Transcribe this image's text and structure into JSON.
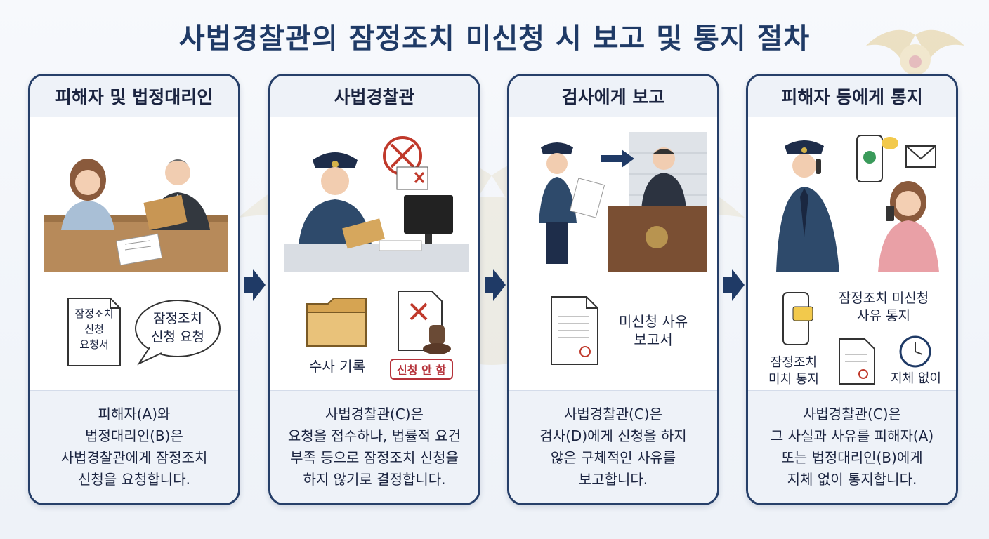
{
  "title": "사법경찰관의 잠정조치 미신청 시 보고 및 통지 절차",
  "steps": [
    {
      "heading": "피해자 및 법정대리인",
      "items": [
        "잠정조치\n신청\n요청서",
        "잠정조치\n신청 요청"
      ],
      "description": [
        "피해자(A)와",
        "법정대리인(B)은",
        "사법경찰관에게 잠정조치",
        "신청을 요청합니다."
      ]
    },
    {
      "heading": "사법경찰관",
      "items": [
        "수사 기록",
        "신청 안 함"
      ],
      "description": [
        "사법경찰관(C)은",
        "요청을 접수하나, 법률적 요건",
        "부족 등으로 잠정조치 신청을",
        "하지 않기로 결정합니다."
      ]
    },
    {
      "heading": "검사에게 보고",
      "items": [
        "미신청 사유\n보고서"
      ],
      "description": [
        "사법경찰관(C)은",
        "검사(D)에게 신청을 하지",
        "않은 구체적인 사유를",
        "보고합니다."
      ]
    },
    {
      "heading": "피해자 등에게 통지",
      "items": [
        "잠정조치 미신청\n사유 통지",
        "잠정조치\n미치 통지",
        "지체 없이"
      ],
      "description": [
        "사법경찰관(C)은",
        "그 사실과 사유를 피해자(A)",
        "또는 법정대리인(B)에게",
        "지체 없이 통지합니다."
      ]
    }
  ],
  "colors": {
    "frame": "#263f69",
    "title": "#1f3a66",
    "arrow": "#1f3a66",
    "reject": "#c0392b",
    "header_bg": "#eef2f8"
  }
}
